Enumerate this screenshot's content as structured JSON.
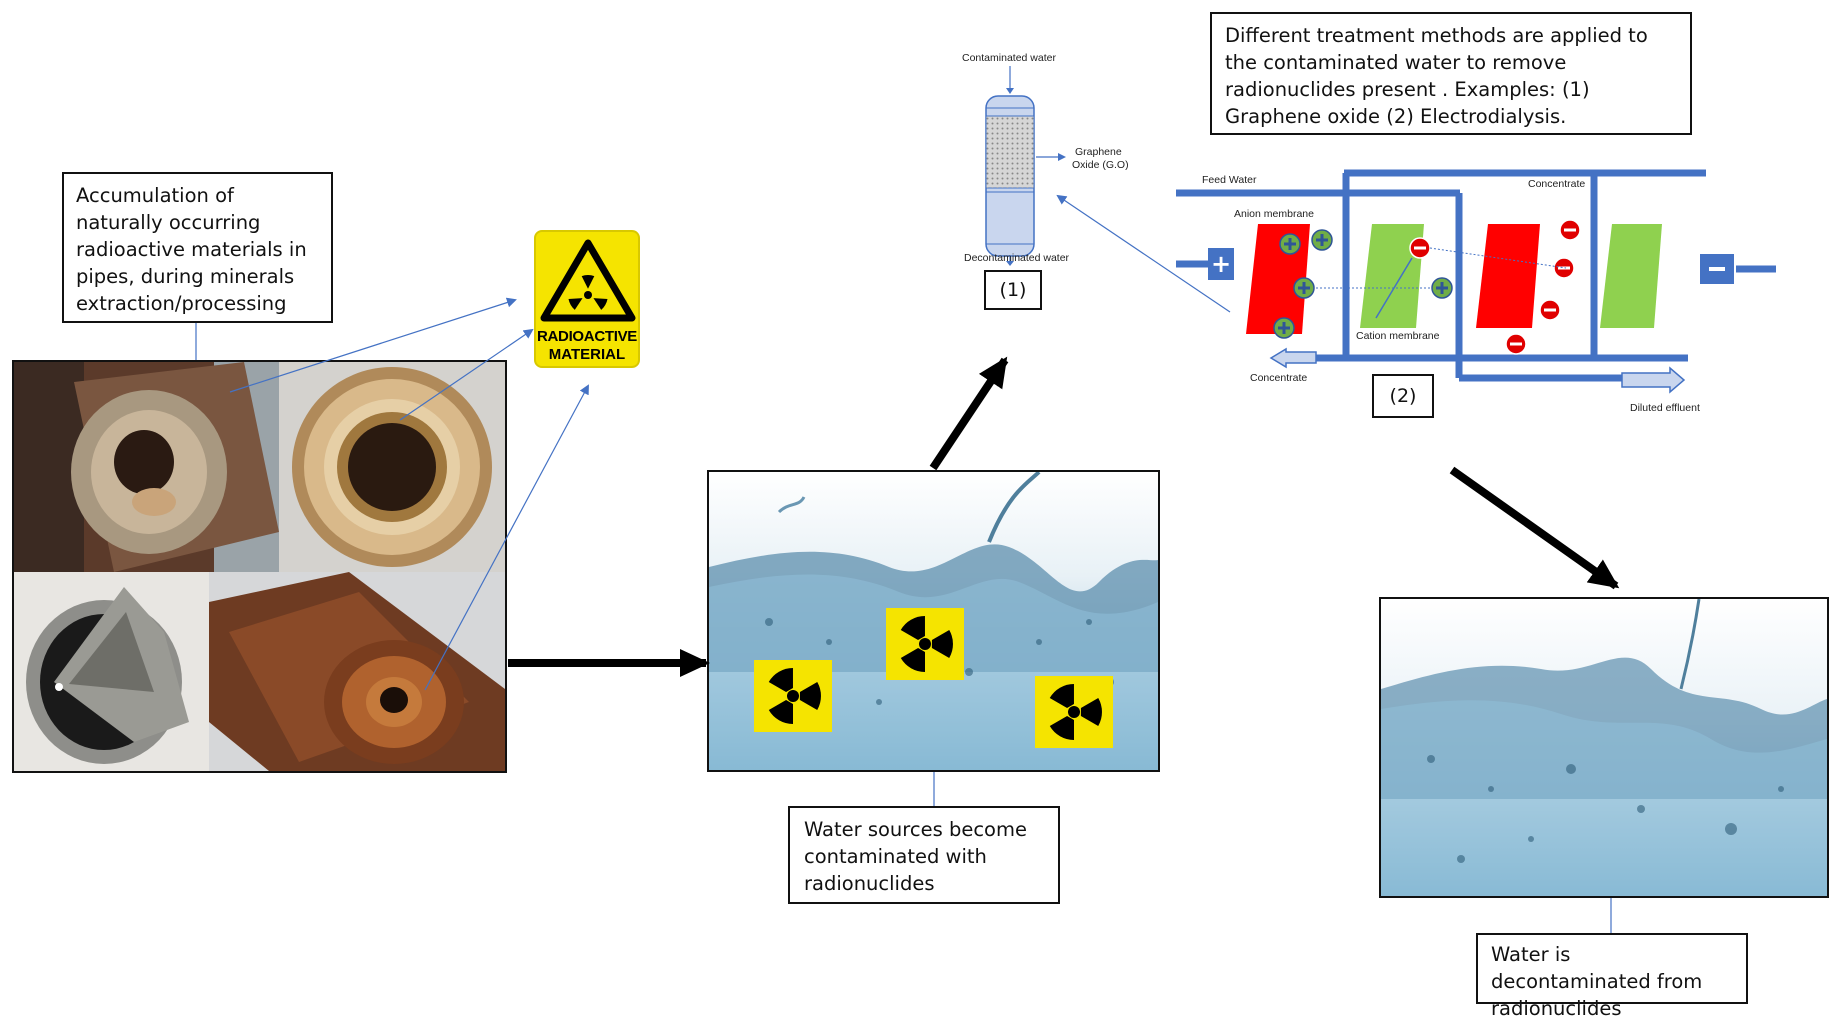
{
  "captions": {
    "accumulation": "Accumulation of naturally occurring radioactive materials in pipes, during minerals extraction/processing",
    "contaminated": "Water sources become contaminated with radionuclides",
    "treatment": "Different treatment methods are applied to the contaminated water to remove radionuclides present . Examples: (1) Graphene oxide (2) Electrodialysis.",
    "decontaminated": "Water is decontaminated from radionuclides"
  },
  "warning_sign": {
    "line1": "RADIOACTIVE",
    "line2": "MATERIAL"
  },
  "graphene_column": {
    "input_label": "Contaminated water",
    "media_label_1": "Graphene",
    "media_label_2": "Oxide (G.O)",
    "output_label": "Decontaminated water",
    "tag": "(1)"
  },
  "electrodialysis": {
    "feed_label": "Feed Water",
    "concentrate_top": "Concentrate",
    "anion_label": "Anion membrane",
    "cation_label": "Cation membrane",
    "concentrate_bottom": "Concentrate",
    "effluent_label": "Diluted effluent",
    "anode_symbol": "+",
    "cathode_symbol": "−",
    "tag": "(2)"
  },
  "colors": {
    "anion_membrane": "#ff0000",
    "cation_membrane": "#8fd14f",
    "pipe_blue": "#4472c4",
    "hazard_yellow": "#f5e400"
  }
}
